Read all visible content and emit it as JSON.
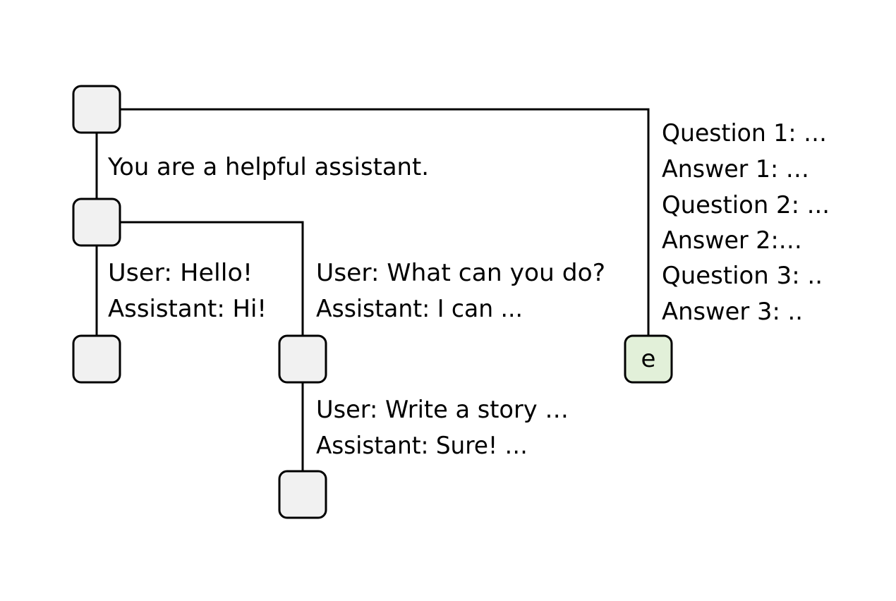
{
  "colors": {
    "node_fill": "#f1f1f1",
    "highlight_fill": "#e2f0d9",
    "stroke": "#000000"
  },
  "nodes": {
    "root": {
      "label": ""
    },
    "system": {
      "label": ""
    },
    "chat_a": {
      "label": ""
    },
    "chat_b": {
      "label": ""
    },
    "chat_b_child": {
      "label": ""
    },
    "e": {
      "label": "e"
    }
  },
  "edges": {
    "root_system": {
      "lines": [
        "You are a helpful assistant."
      ]
    },
    "system_chat_a": {
      "lines": [
        "User: Hello!",
        "Assistant: Hi!"
      ]
    },
    "system_chat_b": {
      "lines": [
        "User: What can you do?",
        "Assistant: I can ..."
      ]
    },
    "chat_b_child": {
      "lines": [
        "User: Write a story …",
        "Assistant: Sure! …"
      ]
    },
    "root_e": {
      "lines": [
        "Question 1: …",
        "Answer 1: …",
        "Question 2: ...",
        "Answer 2:…",
        "Question 3: ..",
        "Answer 3: .."
      ]
    }
  }
}
